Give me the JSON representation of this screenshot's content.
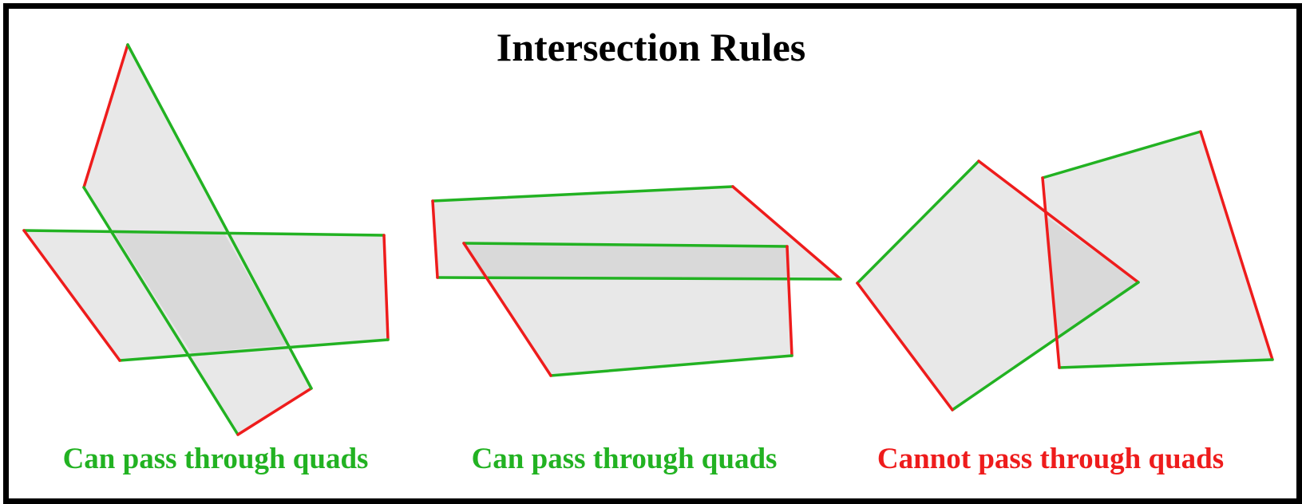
{
  "title": "Intersection Rules",
  "colors": {
    "ok_edge": "#22b222",
    "bad_edge": "#ee1c1c",
    "quad_fill": "#e8e8e8",
    "overlap_fill": "#d9d9d9",
    "frame": "#000000"
  },
  "panels": [
    {
      "caption": "Can pass through quads",
      "caption_color": "#22b222"
    },
    {
      "caption": "Can pass through quads",
      "caption_color": "#22b222"
    },
    {
      "caption": "Cannot pass through quads",
      "caption_color": "#ee1c1c"
    }
  ]
}
